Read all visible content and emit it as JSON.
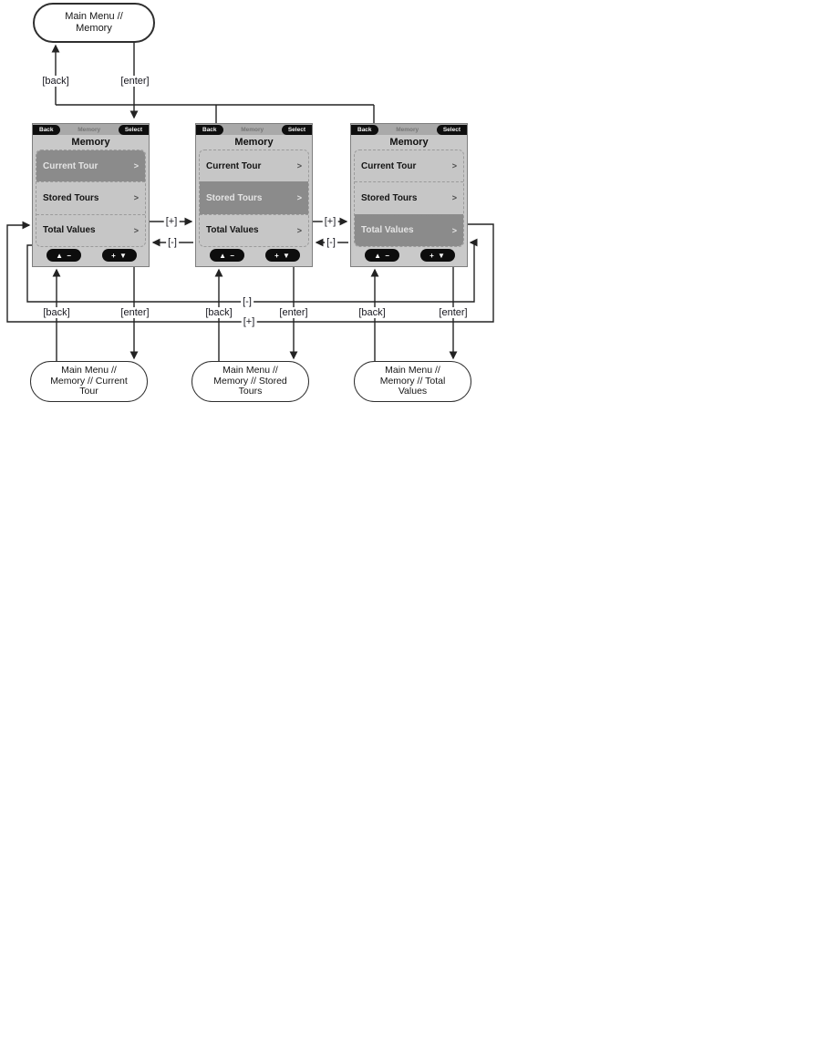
{
  "diagram": {
    "top_node": {
      "lines": [
        "Main Menu //",
        "Memory"
      ]
    },
    "bottom_nodes": [
      {
        "lines": [
          "Main Menu //",
          "Memory // Current",
          "Tour"
        ]
      },
      {
        "lines": [
          "Main Menu //",
          "Memory // Stored",
          "Tours"
        ]
      },
      {
        "lines": [
          "Main Menu //",
          "Memory // Total",
          "Values"
        ]
      }
    ],
    "labels": {
      "back": "[back]",
      "enter": "[enter]",
      "plus": "[+]",
      "minus": "[-]"
    }
  },
  "screens": [
    {
      "tabs": [
        "Back",
        "Memory",
        "Select"
      ],
      "title": "Memory",
      "items": [
        "Current Tour",
        "Stored Tours",
        "Total Values"
      ],
      "selected_index": 0,
      "chevron": ">",
      "buttons": {
        "left": "▲ −",
        "right": "+ ▼"
      }
    },
    {
      "tabs": [
        "Back",
        "Memory",
        "Select"
      ],
      "title": "Memory",
      "items": [
        "Current Tour",
        "Stored Tours",
        "Total Values"
      ],
      "selected_index": 1,
      "chevron": ">",
      "buttons": {
        "left": "▲ −",
        "right": "+ ▼"
      }
    },
    {
      "tabs": [
        "Back",
        "Memory",
        "Select"
      ],
      "title": "Memory",
      "items": [
        "Current Tour",
        "Stored Tours",
        "Total Values"
      ],
      "selected_index": 2,
      "chevron": ">",
      "buttons": {
        "left": "▲ −",
        "right": "+ ▼"
      }
    }
  ],
  "colors": {
    "screen_bg": "#c9c9c9",
    "highlight_row": "#8b8b8b",
    "tab_black": "#0e0e0e",
    "line": "#232323"
  }
}
